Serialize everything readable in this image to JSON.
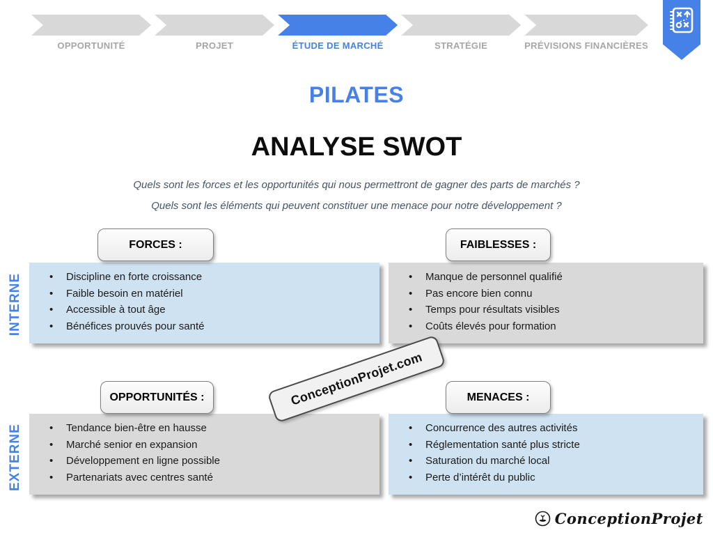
{
  "colors": {
    "accent_blue": "#4681E8",
    "panel_blue": "#CFE2F2",
    "panel_gray": "#D9D9D9",
    "step_inactive": "#D8D8D8",
    "step_label_gray": "#A6A6A6",
    "question_text": "#44546A"
  },
  "stepper": {
    "steps": [
      {
        "label": "OPPORTUNITÉ",
        "active": false
      },
      {
        "label": "PROJET",
        "active": false
      },
      {
        "label": "ÉTUDE DE MARCHÉ",
        "active": true
      },
      {
        "label": "STRATÉGIE",
        "active": false
      },
      {
        "label": "PRÉVISIONS FINANCIÈRES",
        "active": false
      }
    ]
  },
  "header": {
    "project_title": "PILATES",
    "page_title": "ANALYSE SWOT"
  },
  "questions": {
    "line1": "Quels sont les forces et les opportunités qui nous permettront de gagner des parts de marchés ?",
    "line2": "Quels sont les éléments qui peuvent constituer une menace pour notre développement ?"
  },
  "axis": {
    "internal": "INTERNE",
    "external": "EXTERNE"
  },
  "quadrants": {
    "forces": {
      "label": "FORCES :",
      "items": [
        "Discipline en forte croissance",
        "Faible besoin en matériel",
        "Accessible à tout âge",
        "Bénéfices prouvés pour santé"
      ]
    },
    "faiblesses": {
      "label": "FAIBLESSES :",
      "items": [
        "Manque de personnel qualifié",
        "Pas encore bien connu",
        "Temps pour résultats visibles",
        "Coûts élevés pour formation"
      ]
    },
    "opportunites": {
      "label": "OPPORTUNITÉS :",
      "items": [
        "Tendance bien-être en hausse",
        "Marché senior en expansion",
        "Développement en ligne possible",
        "Partenariats avec centres santé"
      ]
    },
    "menaces": {
      "label": "MENACES :",
      "items": [
        "Concurrence des autres activités",
        "Réglementation santé plus stricte",
        "Saturation du marché local",
        "Perte d’intérêt du public"
      ]
    }
  },
  "watermark": {
    "text": "ConceptionProjet.com"
  },
  "footer": {
    "brand": "ConceptionProjet"
  }
}
